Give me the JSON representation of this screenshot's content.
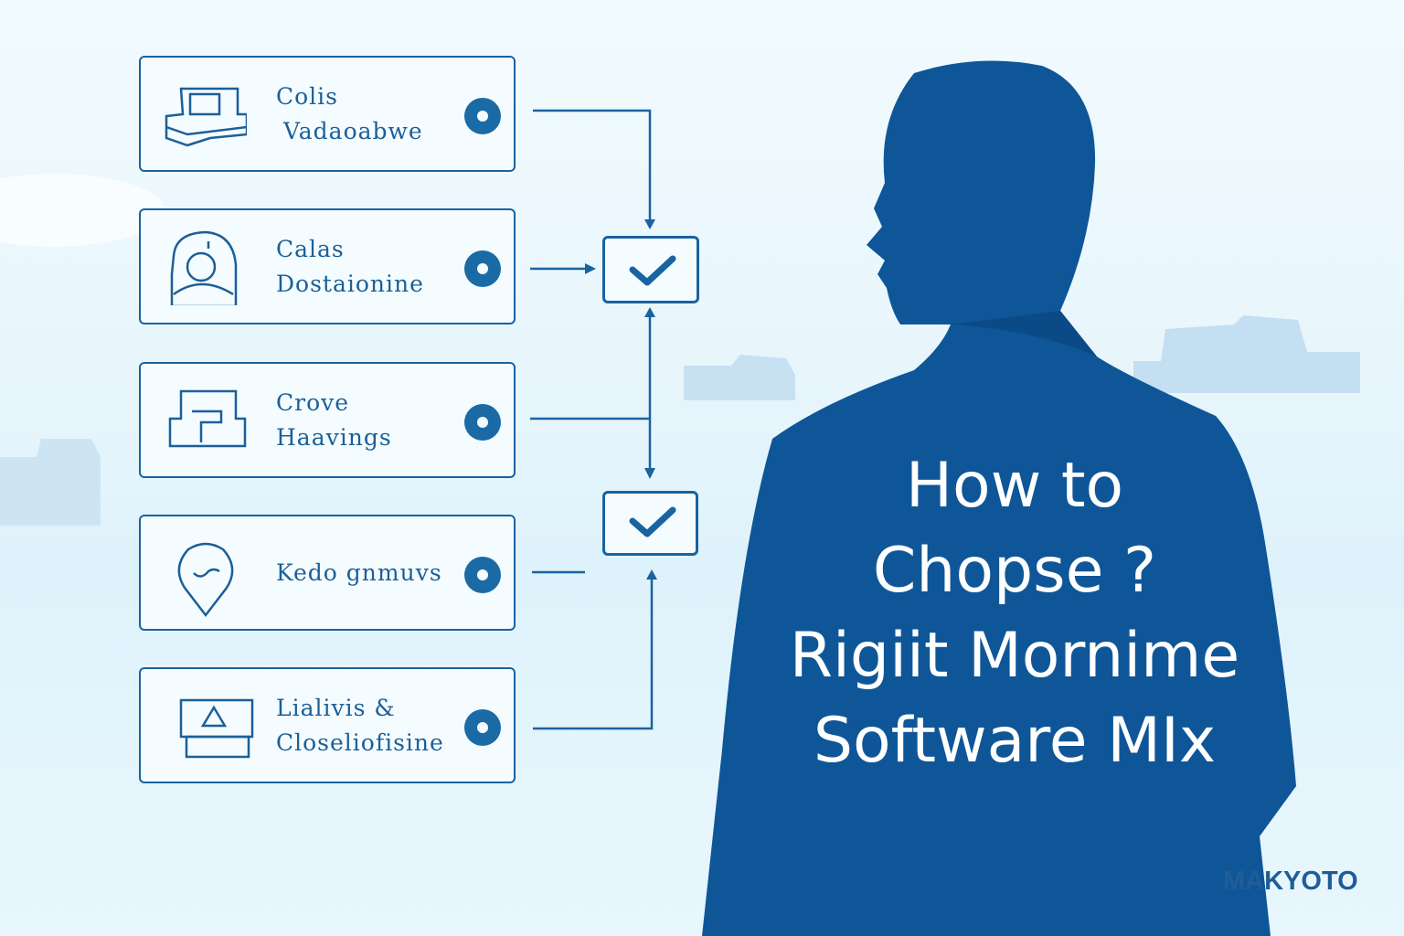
{
  "cards": [
    {
      "icon": "building-icon",
      "lines": [
        "Colis",
        "Vadaoabwe"
      ]
    },
    {
      "icon": "user-icon",
      "lines": [
        "Calas",
        "Dostaionine"
      ]
    },
    {
      "icon": "map-icon",
      "lines": [
        "Crove",
        "Haavings"
      ]
    },
    {
      "icon": "location-pin-icon",
      "lines": [
        "Kedo gnmuvs"
      ]
    },
    {
      "icon": "warning-monitor-icon",
      "lines": [
        "Lialivis &",
        "Closeliofisine"
      ]
    }
  ],
  "title": {
    "lines": [
      "How to",
      "Chopse ?",
      "Rigiit Mornime",
      "Software MIx"
    ]
  },
  "watermark": "MAKYOTO",
  "colors": {
    "primary": "#1a62a0",
    "silhouette": "#0f5698",
    "background": "#e6f5fc"
  }
}
